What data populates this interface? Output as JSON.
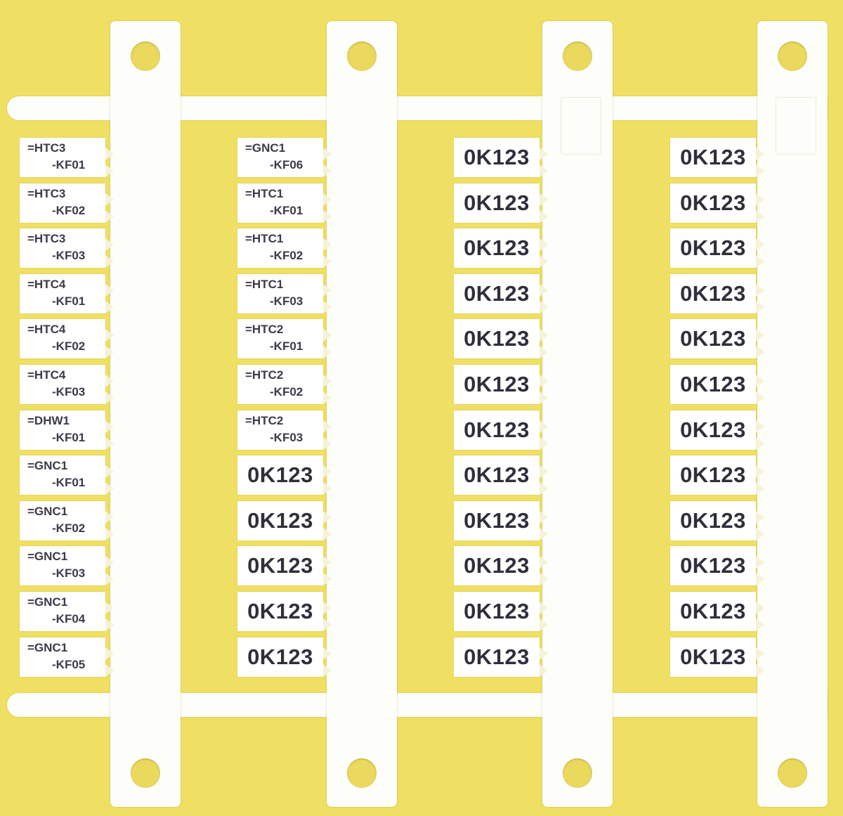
{
  "columns": [
    {
      "name": "column-1",
      "tags": [
        {
          "line1": "=HTC3",
          "line2": "-KF01"
        },
        {
          "line1": "=HTC3",
          "line2": "-KF02"
        },
        {
          "line1": "=HTC3",
          "line2": "-KF03"
        },
        {
          "line1": "=HTC4",
          "line2": "-KF01"
        },
        {
          "line1": "=HTC4",
          "line2": "-KF02"
        },
        {
          "line1": "=HTC4",
          "line2": "-KF03"
        },
        {
          "line1": "=DHW1",
          "line2": "-KF01"
        },
        {
          "line1": "=GNC1",
          "line2": "-KF01"
        },
        {
          "line1": "=GNC1",
          "line2": "-KF02"
        },
        {
          "line1": "=GNC1",
          "line2": "-KF03"
        },
        {
          "line1": "=GNC1",
          "line2": "-KF04"
        },
        {
          "line1": "=GNC1",
          "line2": "-KF05"
        }
      ]
    },
    {
      "name": "column-2",
      "tags": [
        {
          "line1": "=GNC1",
          "line2": "-KF06"
        },
        {
          "line1": "=HTC1",
          "line2": "-KF01"
        },
        {
          "line1": "=HTC1",
          "line2": "-KF02"
        },
        {
          "line1": "=HTC1",
          "line2": "-KF03"
        },
        {
          "line1": "=HTC2",
          "line2": "-KF01"
        },
        {
          "line1": "=HTC2",
          "line2": "-KF02"
        },
        {
          "line1": "=HTC2",
          "line2": "-KF03"
        },
        {
          "text": "0K123"
        },
        {
          "text": "0K123"
        },
        {
          "text": "0K123"
        },
        {
          "text": "0K123"
        },
        {
          "text": "0K123"
        }
      ]
    },
    {
      "name": "column-3",
      "tags": [
        {
          "text": "0K123"
        },
        {
          "text": "0K123"
        },
        {
          "text": "0K123"
        },
        {
          "text": "0K123"
        },
        {
          "text": "0K123"
        },
        {
          "text": "0K123"
        },
        {
          "text": "0K123"
        },
        {
          "text": "0K123"
        },
        {
          "text": "0K123"
        },
        {
          "text": "0K123"
        },
        {
          "text": "0K123"
        },
        {
          "text": "0K123"
        }
      ]
    },
    {
      "name": "column-4",
      "tags": [
        {
          "text": "0K123"
        },
        {
          "text": "0K123"
        },
        {
          "text": "0K123"
        },
        {
          "text": "0K123"
        },
        {
          "text": "0K123"
        },
        {
          "text": "0K123"
        },
        {
          "text": "0K123"
        },
        {
          "text": "0K123"
        },
        {
          "text": "0K123"
        },
        {
          "text": "0K123"
        },
        {
          "text": "0K123"
        },
        {
          "text": "0K123"
        }
      ]
    }
  ],
  "colors": {
    "background": "#efdf63",
    "carrier": "#fdfdf9",
    "tag": "#ffffff",
    "text": "#2f2f3c"
  }
}
